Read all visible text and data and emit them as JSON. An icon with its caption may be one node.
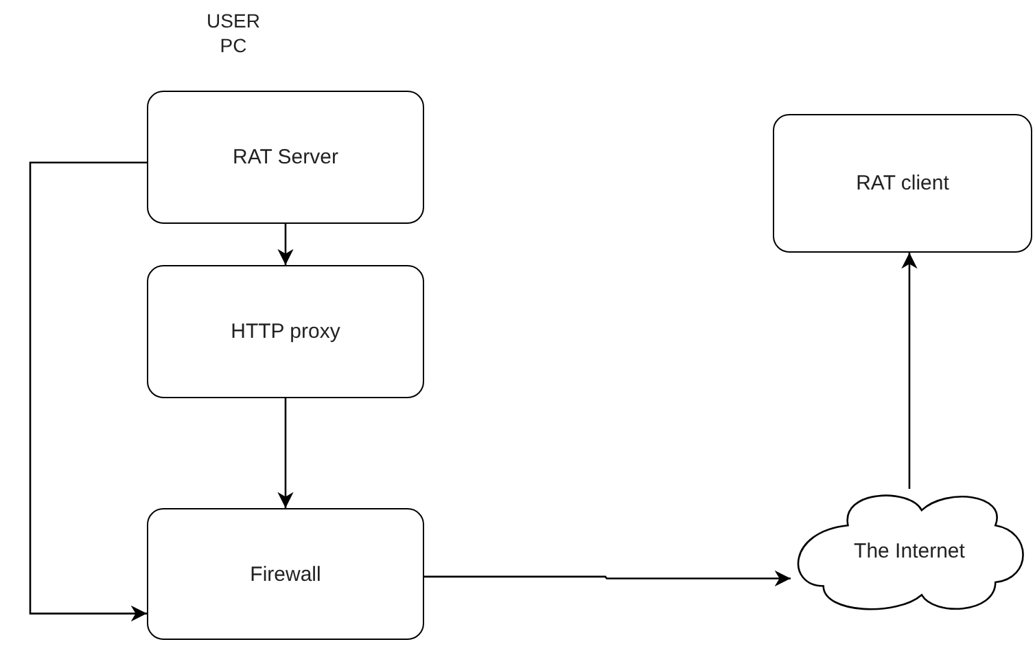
{
  "diagram": {
    "nodes": [
      {
        "text": [
          "RAT Server"
        ]
      },
      {
        "text": [
          "HTTP proxy"
        ]
      },
      {
        "text": [
          "Firewall"
        ]
      },
      {
        "text": [
          "RAT client"
        ]
      },
      {
        "text": [
          "The Internet"
        ]
      }
    ],
    "edges": [
      {
        "from": 0,
        "to": 1,
        "arrow": "to"
      },
      {
        "from": 1,
        "to": 2,
        "arrow": "to"
      },
      {
        "from": 0,
        "to": 2,
        "arrow": "to"
      },
      {
        "from": 2,
        "to": 4,
        "arrow": "to"
      },
      {
        "from": 4,
        "to": 3,
        "arrow": "to"
      }
    ],
    "labels": [
      "USER PC"
    ]
  }
}
